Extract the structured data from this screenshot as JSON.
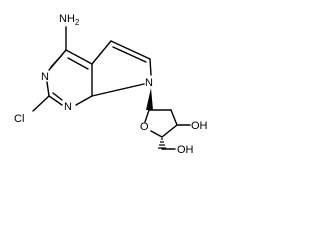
{
  "molecule": {
    "labels": {
      "amine": "NH",
      "amine_sub": "2",
      "n1": "N",
      "n3": "N",
      "n7": "N",
      "chloro": "Cl",
      "ring_oxygen": "O",
      "hydroxyl_3": "OH",
      "hydroxyl_5": "OH"
    }
  }
}
